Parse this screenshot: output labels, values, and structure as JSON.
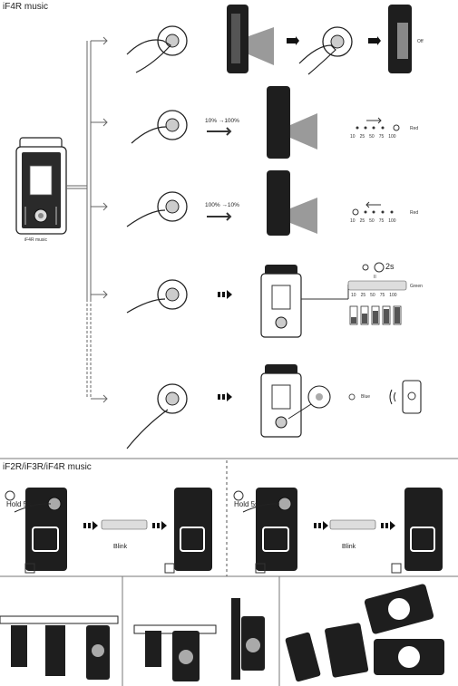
{
  "section1": {
    "title": "iF4R music",
    "device_label": "iF4R music",
    "row1": {
      "state": "Off"
    },
    "row2": {
      "range": "10% →100%",
      "levels": [
        "10",
        "25",
        "50",
        "75",
        "100"
      ],
      "color": "Red"
    },
    "row3": {
      "range": "100% →10%",
      "levels": [
        "10",
        "25",
        "50",
        "75",
        "100"
      ],
      "color": "Red"
    },
    "row4": {
      "timer": "2s",
      "separator": "II",
      "levels": [
        "10",
        "25",
        "50",
        "75",
        "100"
      ],
      "color": "Green"
    },
    "row5": {
      "color": "Blue"
    }
  },
  "section2": {
    "title": "iF2R/iF3R/iF4R music",
    "left": {
      "hold": "Hold 5s",
      "blink": "Blink"
    },
    "right": {
      "hold": "Hold 5s",
      "blink": "Blink"
    }
  },
  "colors": {
    "line": "#777777",
    "beam": "#9a9a9a",
    "device": "#1e1e1e"
  }
}
